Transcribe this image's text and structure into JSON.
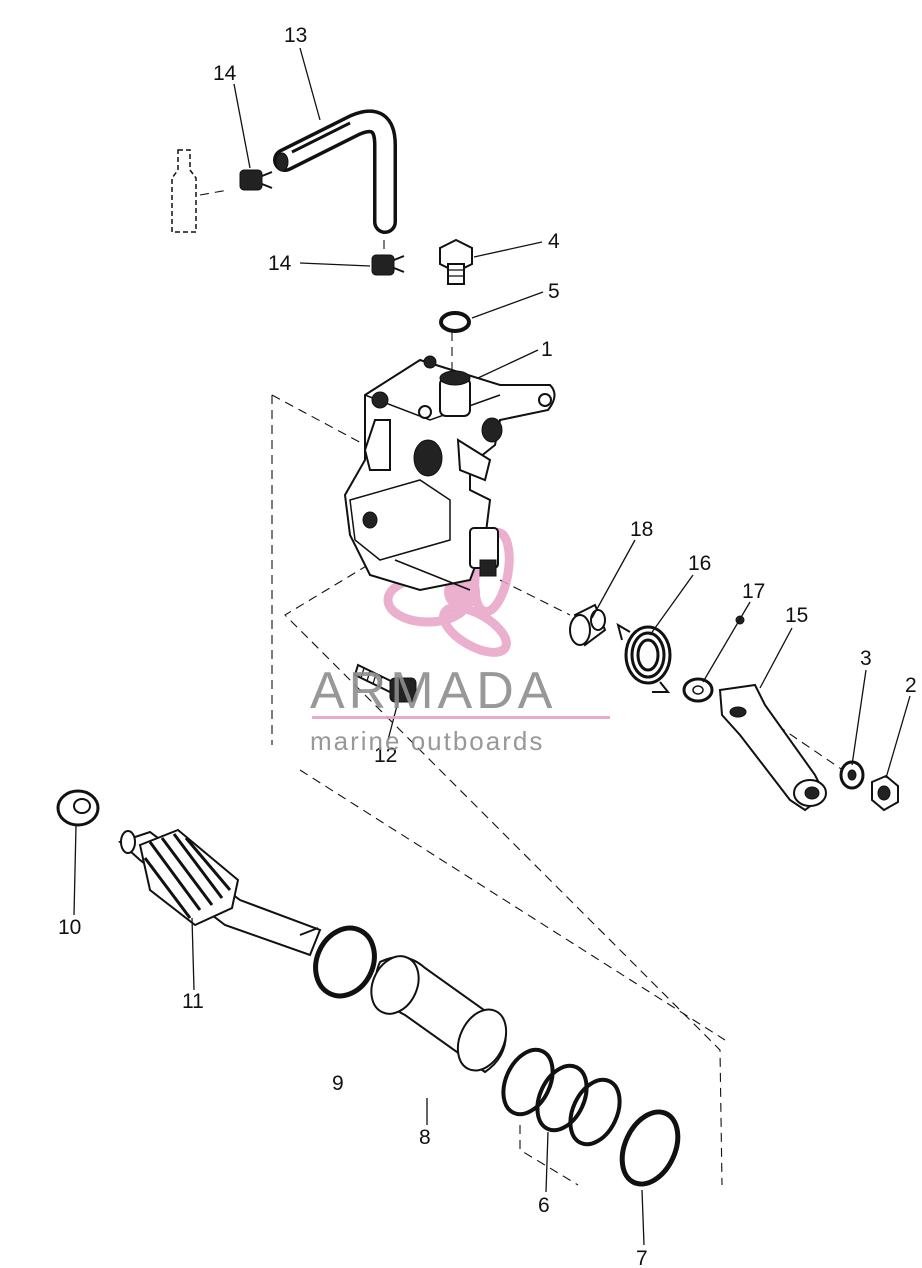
{
  "callouts": [
    {
      "id": "1",
      "text": "1"
    },
    {
      "id": "2",
      "text": "2"
    },
    {
      "id": "3",
      "text": "3"
    },
    {
      "id": "4",
      "text": "4"
    },
    {
      "id": "5",
      "text": "5"
    },
    {
      "id": "6",
      "text": "6"
    },
    {
      "id": "7",
      "text": "7"
    },
    {
      "id": "8",
      "text": "8"
    },
    {
      "id": "9",
      "text": "9"
    },
    {
      "id": "10",
      "text": "10"
    },
    {
      "id": "11",
      "text": "11"
    },
    {
      "id": "12",
      "text": "12"
    },
    {
      "id": "13",
      "text": "13"
    },
    {
      "id": "14a",
      "text": "14"
    },
    {
      "id": "14b",
      "text": "14"
    },
    {
      "id": "15",
      "text": "15"
    },
    {
      "id": "16",
      "text": "16"
    },
    {
      "id": "17",
      "text": "17"
    },
    {
      "id": "18",
      "text": "18"
    }
  ],
  "watermark": {
    "brand": "ARMADA",
    "tagline": "marine outboards",
    "logo_color": "#e7a3c6",
    "text_color": "#8d8d8d"
  }
}
